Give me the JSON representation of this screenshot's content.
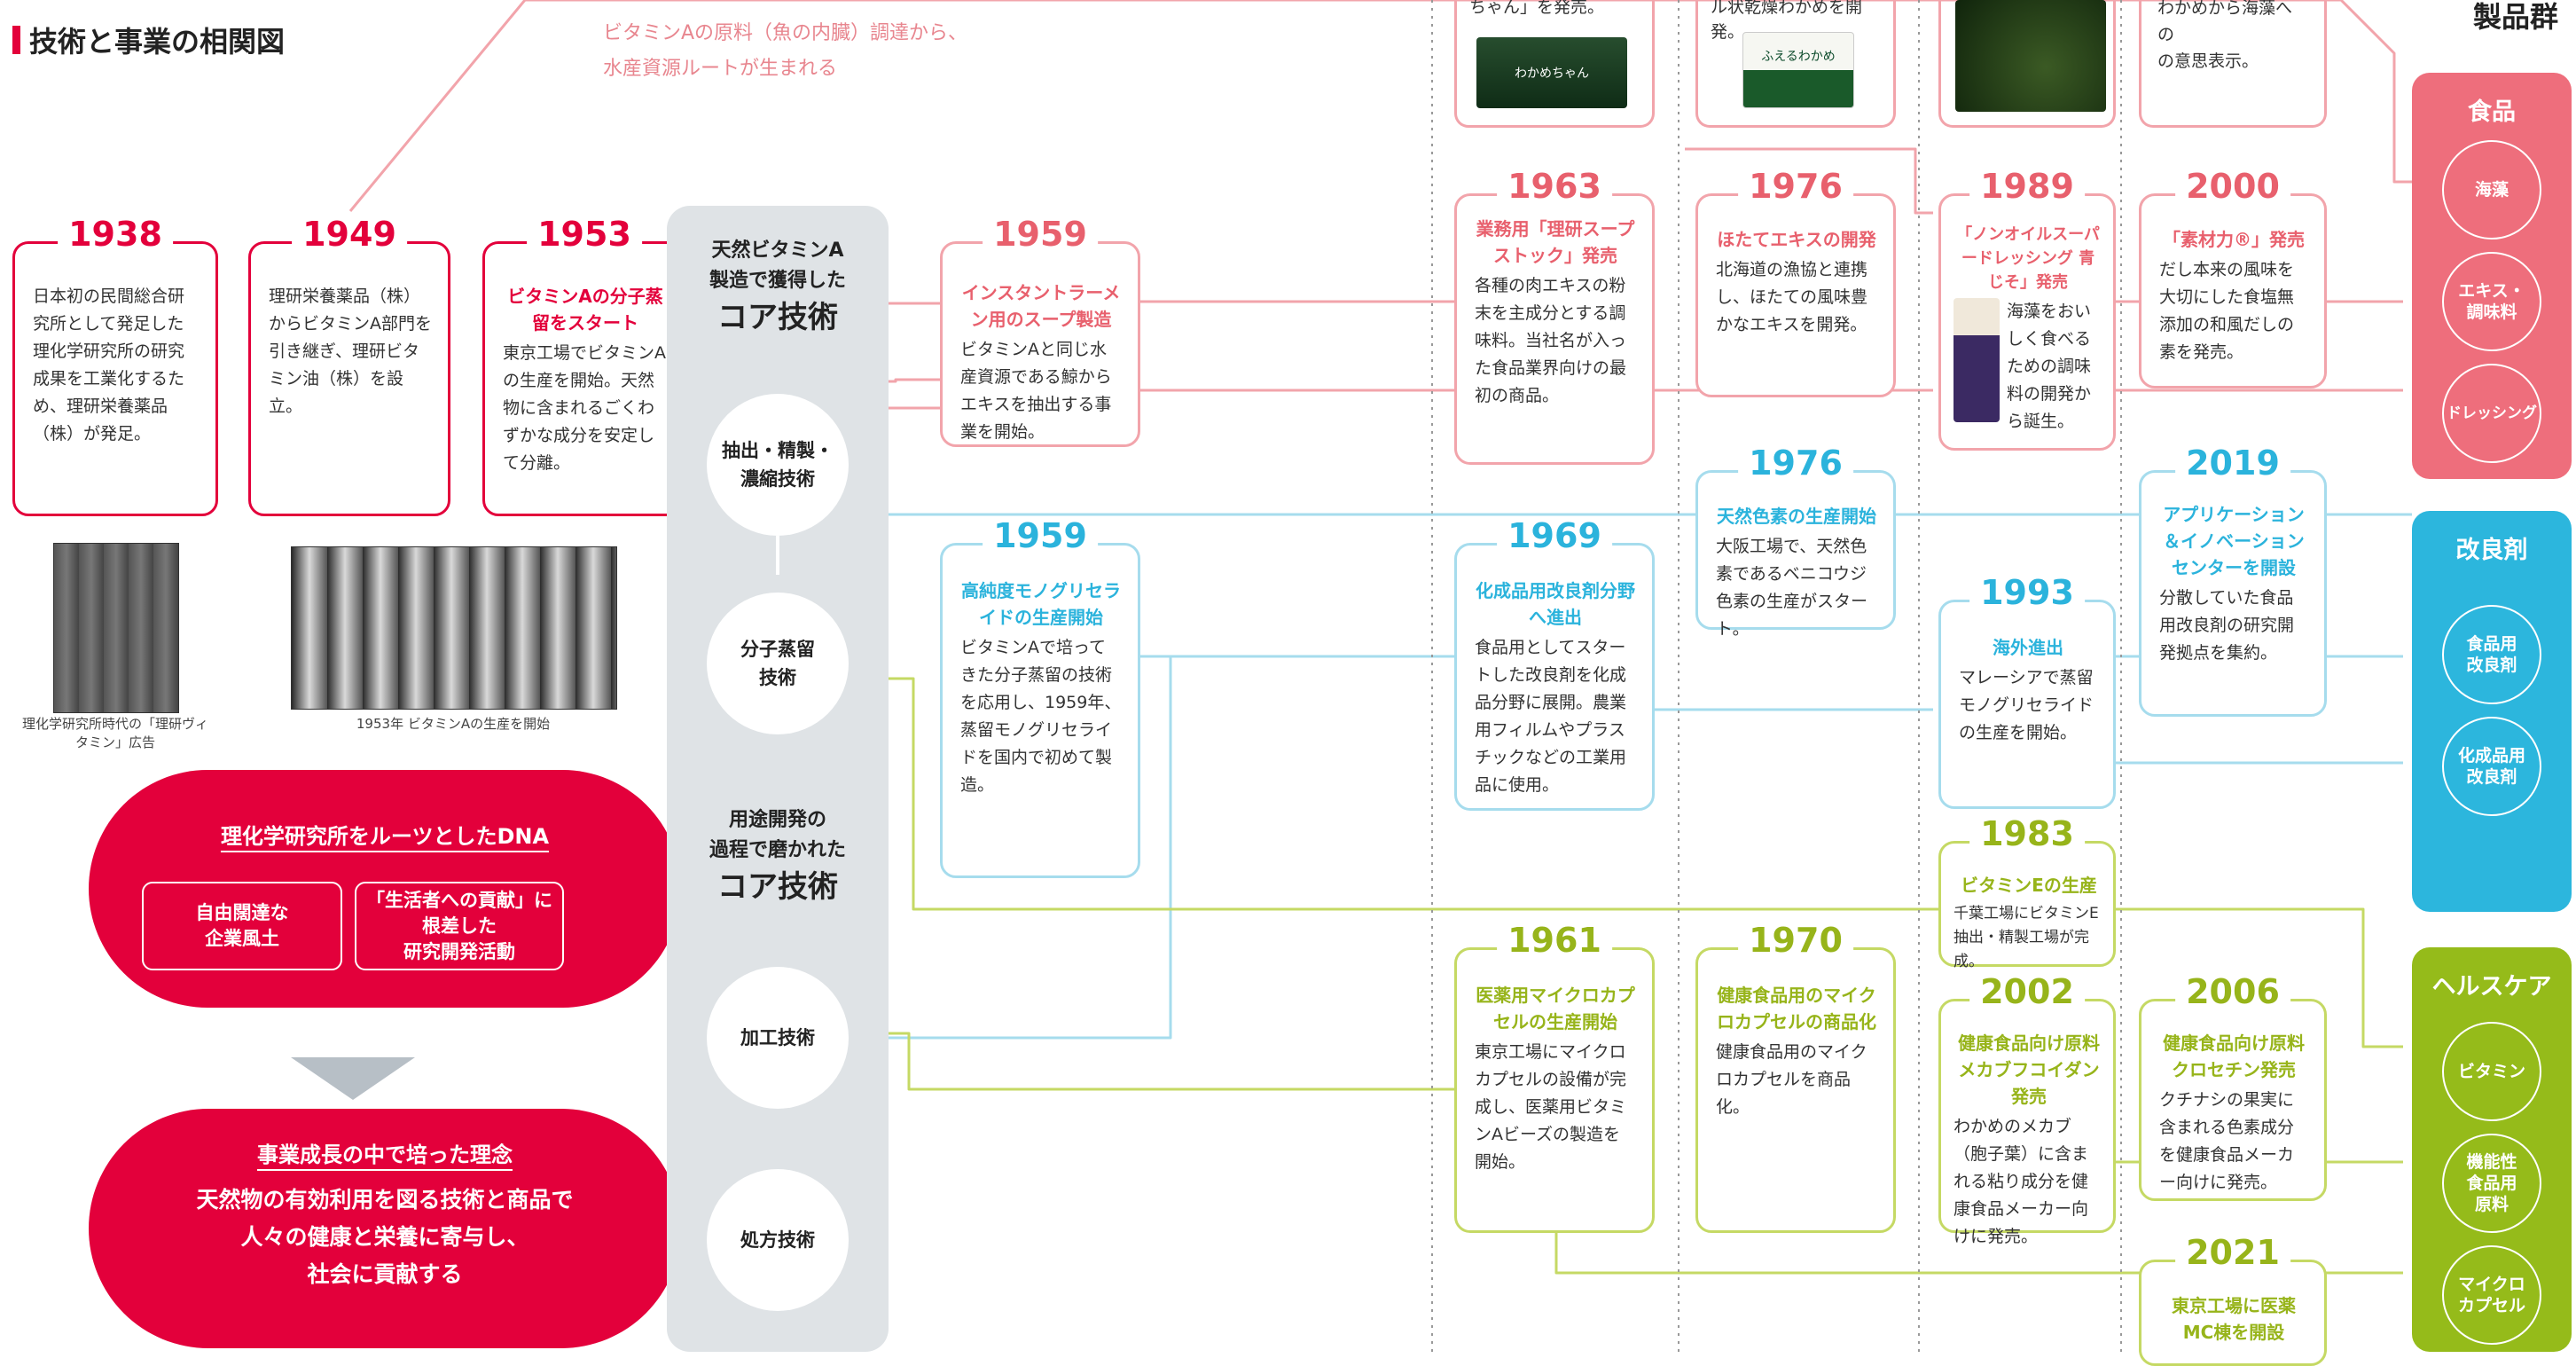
{
  "page_title": "技術と事業の相関図",
  "vitamin_note": [
    "ビタミンAの原料（魚の内臓）調達から、",
    "水産資源ルートが生まれる"
  ],
  "product_groups_heading": "製品群",
  "origins": [
    {
      "year": "1938",
      "title": "",
      "body": "日本初の民間総合研究所として発足した理化学研究所の研究成果を工業化するため、理研栄養薬品（株）が発足。"
    },
    {
      "year": "1949",
      "title": "",
      "body": "理研栄養薬品（株）からビタミンA部門を引き継ぎ、理研ビタミン油（株）を設立。"
    },
    {
      "year": "1953",
      "title": "ビタミンAの分子蒸留をスタート",
      "body": "東京工場でビタミンAの生産を開始。天然物に含まれるごくわずかな成分を安定して分離。"
    }
  ],
  "photo_captions": [
    "理化学研究所時代の「理研ヴィタミン」広告",
    "1953年 ビタミンAの生産を開始"
  ],
  "dna": {
    "heading": "理化学研究所をルーツとしたDNA",
    "left": "自由闊達な\n企業風土",
    "right": "「生活者への貢献」に\n根差した\n研究開発活動"
  },
  "philosophy": {
    "heading": "事業成長の中で培った理念",
    "text": "天然物の有効利用を図る技術と商品で\n人々の健康と栄養に寄与し、\n社会に貢献する"
  },
  "core": {
    "head1_small": "天然ビタミンA\n製造で獲得した",
    "head1_big": "コア技術",
    "head2_small": "用途開発の\n過程で磨かれた",
    "head2_big": "コア技術",
    "techs": [
      "抽出・精製・\n濃縮技術",
      "分子蒸留\n技術",
      "加工技術",
      "処方技術"
    ]
  },
  "top_snippets": [
    "ちゃん」を発売。",
    "ル状乾燥わかめを開発。",
    "わかめから海藻への\nの意思表示。"
  ],
  "top_product_labels": [
    "わかめちゃん",
    "ふえるわかめ"
  ],
  "milestones": [
    {
      "id": "m1959a",
      "year": "1959",
      "title": "インスタントラーメン用のスープ製造",
      "body": "ビタミンAと同じ水産資源である鯨からエキスを抽出する事業を開始。"
    },
    {
      "id": "m1963",
      "year": "1963",
      "title": "業務用「理研スープストック」発売",
      "body": "各種の肉エキスの粉末を主成分とする調味料。当社名が入った食品業界向けの最初の商品。"
    },
    {
      "id": "m1976a",
      "year": "1976",
      "title": "ほたてエキスの開発",
      "body": "北海道の漁協と連携し、ほたての風味豊かなエキスを開発。"
    },
    {
      "id": "m1989",
      "year": "1989",
      "title": "「ノンオイルスーパードレッシング 青じそ」発売",
      "body": "海藻をおいしく食べるための調味料の開発から誕生。"
    },
    {
      "id": "m2000",
      "year": "2000",
      "title": "「素材力®」発売",
      "body": "だし本来の風味を大切にした食塩無添加の和風だしの素を発売。"
    },
    {
      "id": "m1959b",
      "year": "1959",
      "title": "高純度モノグリセライドの生産開始",
      "body": "ビタミンAで培ってきた分子蒸留の技術を応用し、1959年、蒸留モノグリセライドを国内で初めて製造。"
    },
    {
      "id": "m1969",
      "year": "1969",
      "title": "化成品用改良剤分野へ進出",
      "body": "食品用としてスタートした改良剤を化成品分野に展開。農業用フィルムやプラスチックなどの工業用品に使用。"
    },
    {
      "id": "m1976b",
      "year": "1976",
      "title": "天然色素の生産開始",
      "body": "大阪工場で、天然色素であるベニコウジ色素の生産がスタート。"
    },
    {
      "id": "m1993",
      "year": "1993",
      "title": "海外進出",
      "body": "マレーシアで蒸留モノグリセライドの生産を開始。"
    },
    {
      "id": "m2019",
      "year": "2019",
      "title": "アプリケーション＆イノベーションセンターを開設",
      "body": "分散していた食品用改良剤の研究開発拠点を集約。"
    },
    {
      "id": "m1983",
      "year": "1983",
      "title": "ビタミンEの生産",
      "body": "千葉工場にビタミンE抽出・精製工場が完成。"
    },
    {
      "id": "m1961",
      "year": "1961",
      "title": "医薬用マイクロカプセルの生産開始",
      "body": "東京工場にマイクロカプセルの設備が完成し、医薬用ビタミンAビーズの製造を開始。"
    },
    {
      "id": "m1970",
      "year": "1970",
      "title": "健康食品用のマイクロカプセルの商品化",
      "body": "健康食品用のマイクロカプセルを商品化。"
    },
    {
      "id": "m2002",
      "year": "2002",
      "title": "健康食品向け原料メカブフコイダン発売",
      "body": "わかめのメカブ（胞子葉）に含まれる粘り成分を健康食品メーカー向けに発売。"
    },
    {
      "id": "m2006",
      "year": "2006",
      "title": "健康食品向け原料クロセチン発売",
      "body": "クチナシの果実に含まれる色素成分を健康食品メーカー向けに発売。"
    },
    {
      "id": "m2021",
      "year": "2021",
      "title": "東京工場に医薬MC棟を開設",
      "body": ""
    }
  ],
  "groups": [
    {
      "name": "食品",
      "items": [
        "海藻",
        "エキス・\n調味料",
        "ドレッシング"
      ]
    },
    {
      "name": "改良剤",
      "items": [
        "食品用\n改良剤",
        "化成品用\n改良剤"
      ]
    },
    {
      "name": "ヘルスケア",
      "items": [
        "ビタミン",
        "機能性\n食品用\n原料",
        "マイクロ\nカプセル"
      ]
    }
  ],
  "colors": {
    "red": "#e3003b",
    "pink_line": "#f2a4ab",
    "cyan_line": "#a6dced",
    "green_line": "#c5d964",
    "food_group": "#ee6e7c",
    "improver_group": "#2cb6dd",
    "health_group": "#95bb1a"
  }
}
